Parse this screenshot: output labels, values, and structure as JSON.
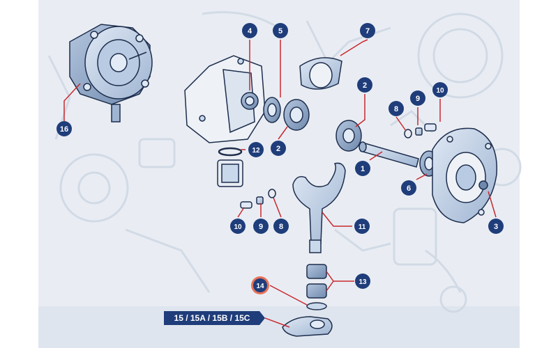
{
  "colors": {
    "panel": "#e9edf3",
    "ghost": "#cfd8e4",
    "part_fill": "#c9d8ea",
    "part_shadow": "#8ea6c6",
    "part_stroke": "#1d2d4c",
    "callout_blue": "#1f3d7a",
    "leader_red": "#c8282e",
    "highlight_ring": "#e8725a",
    "band": "#dfe5ee",
    "badge": "#1f3d7a"
  },
  "callouts": [
    {
      "id": "c16",
      "label": "16"
    },
    {
      "id": "c4",
      "label": "4"
    },
    {
      "id": "c5",
      "label": "5"
    },
    {
      "id": "c7",
      "label": "7"
    },
    {
      "id": "c2a",
      "label": "2"
    },
    {
      "id": "c9a",
      "label": "9"
    },
    {
      "id": "c10a",
      "label": "10"
    },
    {
      "id": "c8a",
      "label": "8"
    },
    {
      "id": "c12",
      "label": "12"
    },
    {
      "id": "c2b",
      "label": "2"
    },
    {
      "id": "c1",
      "label": "1"
    },
    {
      "id": "c6",
      "label": "6"
    },
    {
      "id": "c3",
      "label": "3"
    },
    {
      "id": "c10b",
      "label": "10"
    },
    {
      "id": "c9b",
      "label": "9"
    },
    {
      "id": "c8b",
      "label": "8"
    },
    {
      "id": "c11",
      "label": "11"
    },
    {
      "id": "c13",
      "label": "13"
    },
    {
      "id": "c14",
      "label": "14",
      "highlighted": true
    }
  ],
  "badge": {
    "label": "15 / 15A / 15B / 15C"
  }
}
